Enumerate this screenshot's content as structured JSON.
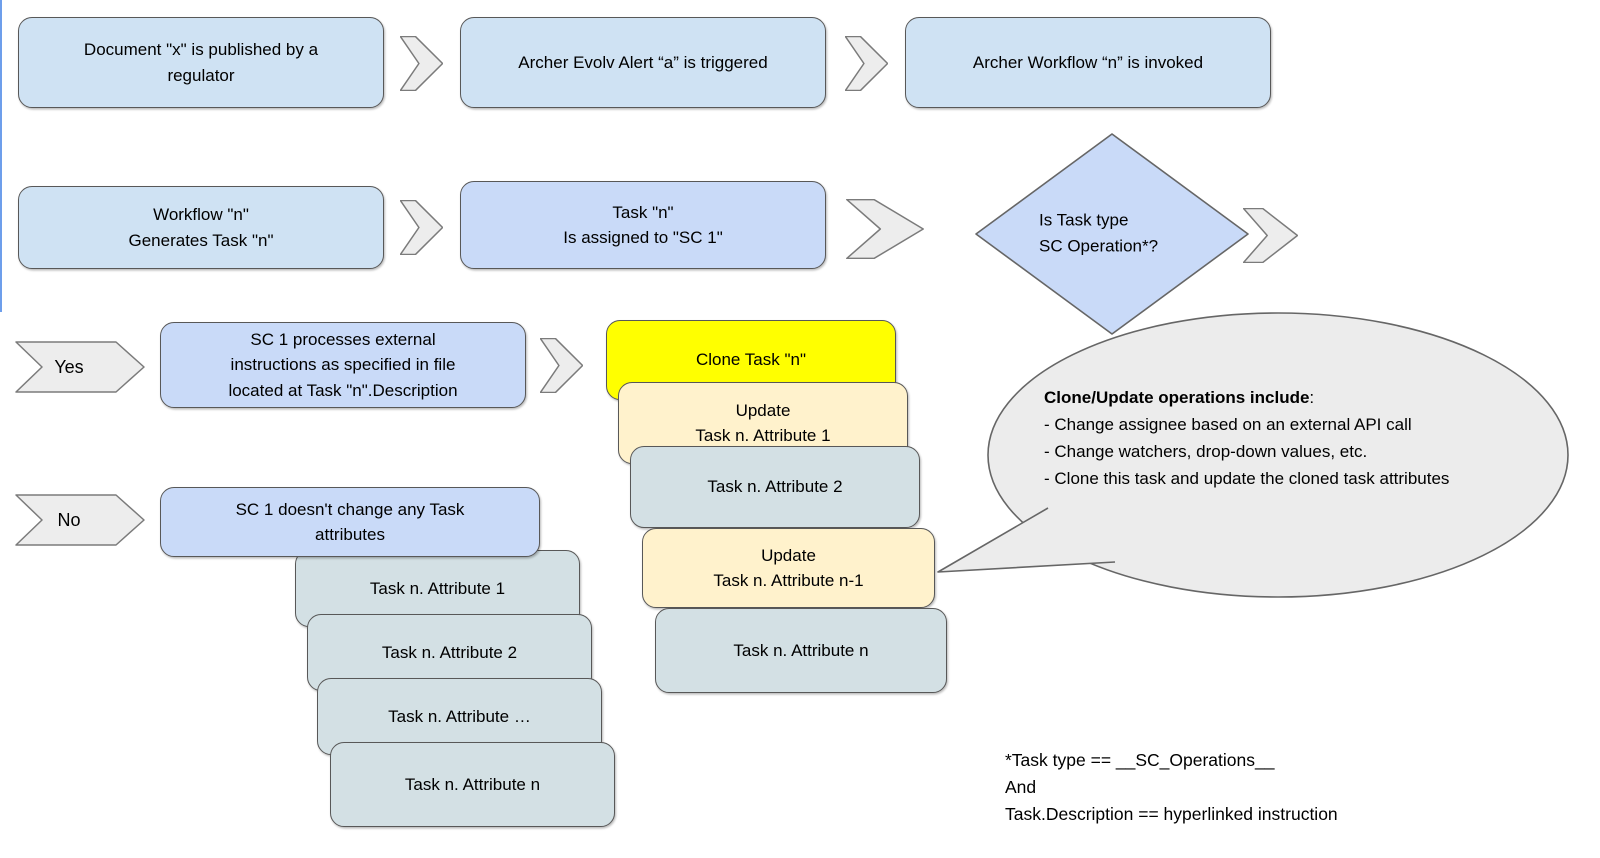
{
  "colors": {
    "box_light_blue": "#cfe2f3",
    "box_lavender": "#c9daf8",
    "box_yellow": "#ffff00",
    "box_cream": "#fff2cc",
    "box_teal": "#d3e0e4",
    "connector_gray": "#ededed",
    "bubble_gray": "#ececec",
    "border": "#585858"
  },
  "row1": {
    "box1": "Document \"x\" is published by a\nregulator",
    "box2": "Archer Evolv Alert “a” is triggered",
    "box3": "Archer Workflow “n” is invoked"
  },
  "row2": {
    "box1": "Workflow \"n\"\nGenerates Task \"n\"",
    "box2": "Task \"n\"\nIs assigned to \"SC 1\"",
    "decision": "Is Task type\nSC Operation*?"
  },
  "yes_branch": {
    "label": "Yes",
    "process": "SC 1 processes external\ninstructions as specified in file\nlocated at Task \"n\".Description",
    "stack": {
      "clone": "Clone Task \"n\"",
      "update1": "Update\nTask n. Attribute 1",
      "attr2": "Task n. Attribute 2",
      "update_n1": "Update\nTask n. Attribute n-1",
      "attrn": "Task n. Attribute n"
    }
  },
  "no_branch": {
    "label": "No",
    "process": "SC 1 doesn't change any  Task\nattributes",
    "stack": {
      "attr1": "Task n. Attribute 1",
      "attr2": "Task n. Attribute 2",
      "attr_dots": "Task n. Attribute …",
      "attrn": "Task n. Attribute n"
    }
  },
  "callout": {
    "heading": "Clone/Update operations include",
    "heading_suffix": ":",
    "items": [
      "- Change assignee based on an external API call",
      "- Change watchers, drop-down values, etc.",
      "- Clone this task and update the cloned task attributes"
    ]
  },
  "footnote": "*Task type == __SC_Operations__\nAnd\nTask.Description == hyperlinked instruction"
}
